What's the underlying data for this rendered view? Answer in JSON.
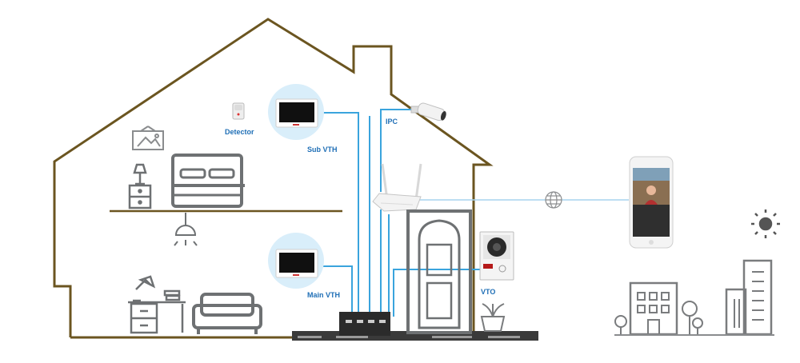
{
  "labels": {
    "detector": "Detector",
    "sub_vth": "Sub VTH",
    "ipc": "IPC",
    "main_vth": "Main VTH",
    "vto": "VTO"
  },
  "icons": [
    "house-outline-icon",
    "picture-frame-icon",
    "bed-icon",
    "nightstand-lamp-icon",
    "ceiling-lamp-icon",
    "desk-icon",
    "sofa-icon",
    "detector-icon",
    "sub-vth-monitor-icon",
    "main-vth-monitor-icon",
    "ipc-camera-icon",
    "wifi-router-icon",
    "network-switch-icon",
    "door-icon",
    "vto-doorstation-icon",
    "plant-icon",
    "globe-icon",
    "smartphone-icon",
    "sun-icon",
    "office-building-icon",
    "tower-building-icon",
    "tree-icon"
  ],
  "colors": {
    "house_outline": "#6b5520",
    "cable": "#3aa4dd",
    "label": "#1f6fb6",
    "furniture": "#6e7173",
    "halo": "#d9eefa",
    "switch": "#2b2b2b"
  }
}
